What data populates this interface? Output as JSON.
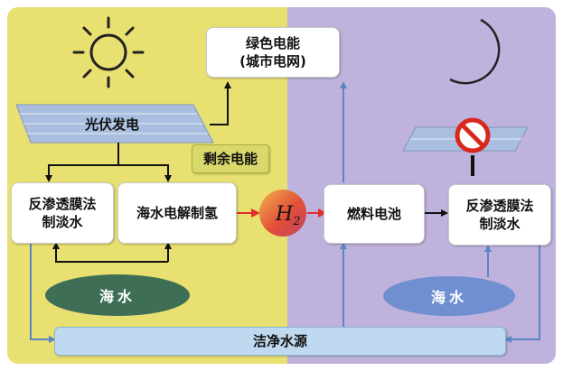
{
  "boxes": {
    "green_power_line1": "绿色电能",
    "green_power_line2": "(城市电网)",
    "pv_label": "光伏发电",
    "surplus_power": "剩余电能",
    "ro_left_line1": "反渗透膜法",
    "ro_left_line2": "制淡水",
    "electrolysis": "海水电解制氢",
    "h2_letter": "H",
    "h2_sub": "2",
    "fuel_cell": "燃料电池",
    "ro_right_line1": "反渗透膜法",
    "ro_right_line2": "制淡水",
    "seawater_left": "海水",
    "seawater_right": "海水",
    "clean_water": "洁净水源"
  },
  "colors": {
    "day_panel": "#e8e070",
    "night_panel": "#bfb2dc",
    "arrow_black": "#111111",
    "arrow_blue": "#5b86c5",
    "arrow_red": "#e0302a",
    "seawater_left": "#3f6e57",
    "seawater_right": "#6f8fd0",
    "clean_water_fill": "#bfdaf0"
  },
  "icons": {
    "day": "sun-icon",
    "night": "moon-icon",
    "prohibited": "no-sign-icon",
    "panel": "solar-panel-icon"
  }
}
